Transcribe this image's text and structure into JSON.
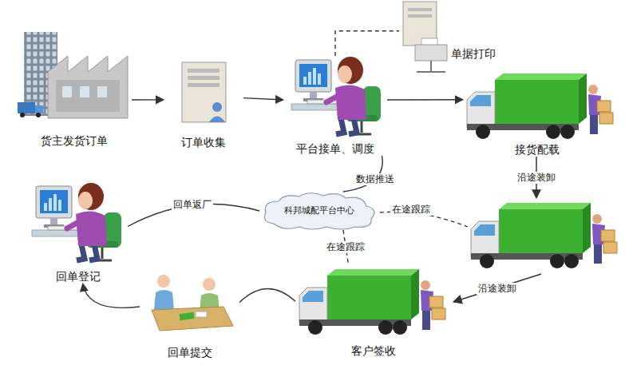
{
  "diagram": {
    "nodes": [
      {
        "text": [
          "货主发货订单"
        ]
      },
      {
        "text": [
          "订单收集"
        ]
      },
      {
        "text": [
          "平台接单、调度"
        ]
      },
      {
        "text": [
          "单据打印"
        ]
      },
      {
        "text": [
          "接货配载"
        ]
      },
      {
        "text": [
          "科邦城配平台中心"
        ]
      },
      {
        "text": [
          "客户签收"
        ]
      },
      {
        "text": [
          "回单提交"
        ]
      },
      {
        "text": [
          "回单登记"
        ]
      }
    ],
    "edges": [
      {
        "from": 0,
        "to": 1,
        "arrow": "to"
      },
      {
        "from": 1,
        "to": 2,
        "arrow": "to"
      },
      {
        "from": 2,
        "to": 4,
        "arrow": "to"
      },
      {
        "from": 2,
        "to": 3,
        "arrow": "none"
      },
      {
        "from": 2,
        "to": 5,
        "label": "数据推送",
        "arrow": "none"
      },
      {
        "from": 5,
        "to": 6,
        "label": "在途跟踪",
        "arrow": "none"
      },
      {
        "from": 6,
        "to": 7,
        "arrow": "none"
      },
      {
        "from": 7,
        "to": 8,
        "arrow": "to"
      },
      {
        "from": 8,
        "to": 5,
        "label": "回单返厂",
        "arrow": "none"
      }
    ],
    "labels": [
      "沿途装卸",
      "沿途装卸",
      "在途跟踪"
    ]
  }
}
